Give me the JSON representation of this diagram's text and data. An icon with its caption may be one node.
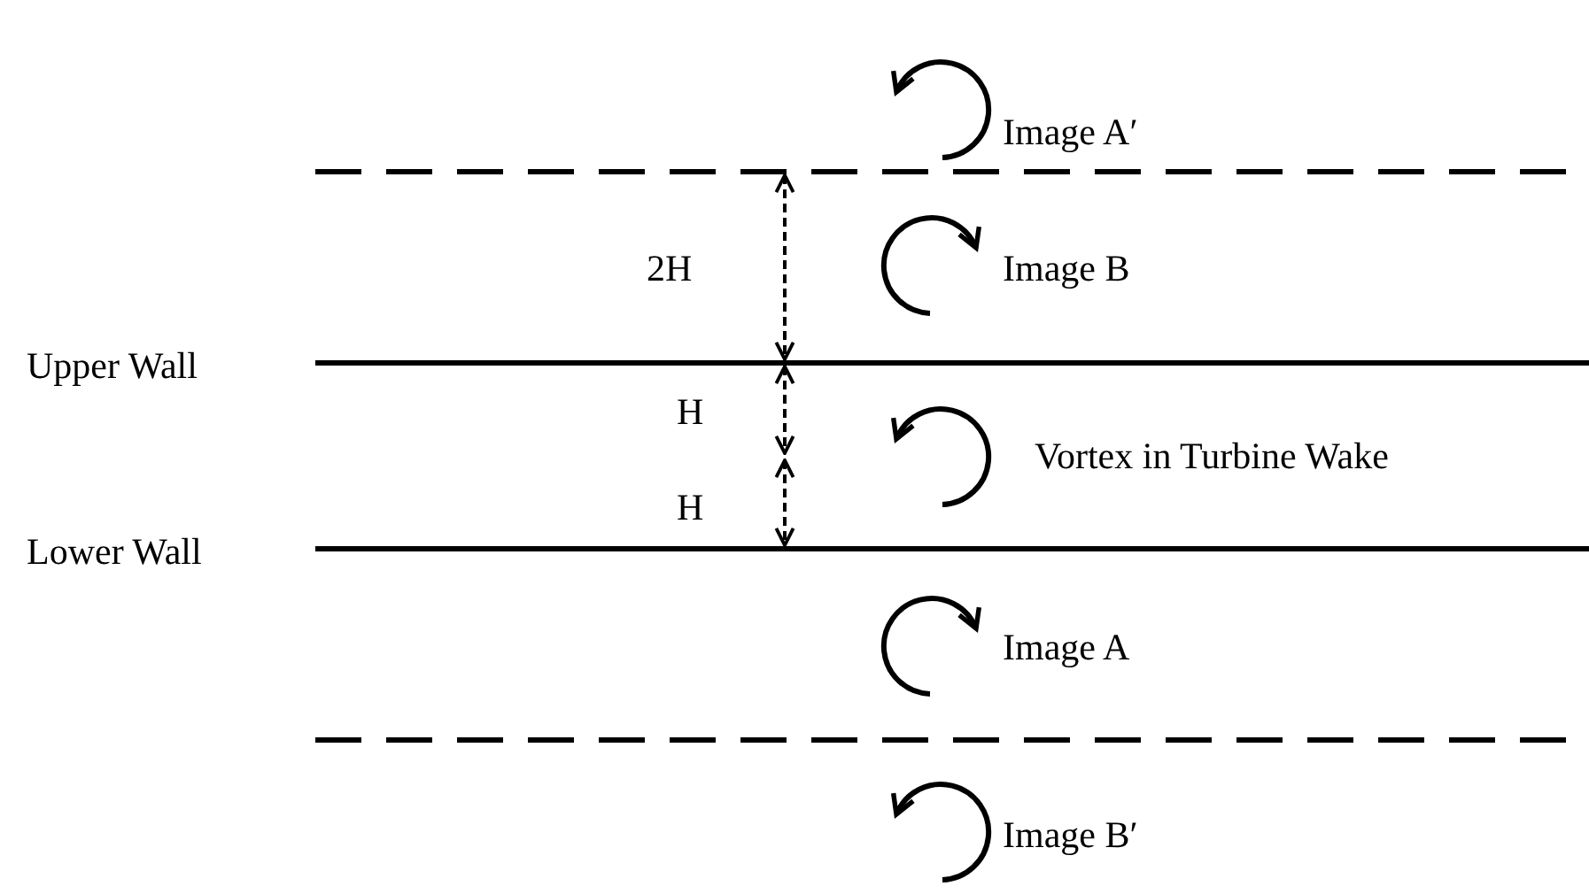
{
  "diagram": {
    "labels": [
      "Image A′",
      "2H",
      "Image B",
      "Upper Wall",
      "H",
      "Vortex in Turbine Wake",
      "H",
      "Lower Wall",
      "Image A",
      "Image B′"
    ]
  }
}
